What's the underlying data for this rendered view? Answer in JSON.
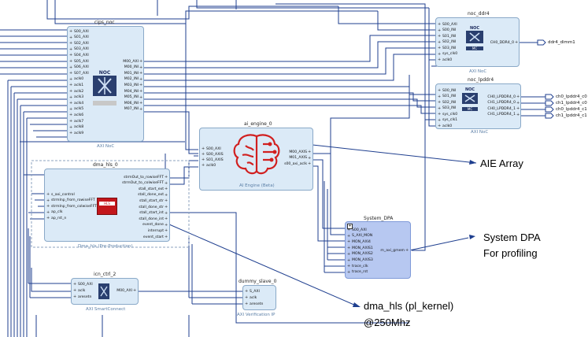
{
  "blocks": {
    "cips_noc": {
      "name": "cips_noc",
      "subtitle": "AXI NoC",
      "inputs": [
        "S00_AXI",
        "S01_AXI",
        "S02_AXI",
        "S03_AXI",
        "S04_AXI",
        "S05_AXI",
        "S06_AXI",
        "S07_AXI",
        "aclk0",
        "aclk1",
        "aclk2",
        "aclk3",
        "aclk4",
        "aclk5",
        "aclk6",
        "aclk7",
        "aclk8",
        "aclk9"
      ],
      "outputs": [
        "M00_AXI",
        "M00_INI",
        "M01_INI",
        "M02_INI",
        "M03_INI",
        "M04_INI",
        "M05_INI",
        "M06_INI",
        "M07_INI"
      ],
      "logo": "NOC"
    },
    "noc_ddr4": {
      "name": "noc_ddr4",
      "subtitle": "AXI NoC",
      "inputs": [
        "S00_AXI",
        "S00_INI",
        "S01_INI",
        "S02_INI",
        "S03_INI",
        "sys_clk0",
        "aclk0"
      ],
      "outputs": [
        "CH0_DDR4_0"
      ],
      "logo": "NOC",
      "logo_sub": "MC"
    },
    "noc_lpddr4": {
      "name": "noc_lpddr4",
      "subtitle": "AXI NoC",
      "inputs": [
        "S00_INI",
        "S01_INI",
        "S02_INI",
        "S03_INI",
        "sys_clk0",
        "sys_clk1",
        "aclk0"
      ],
      "outputs": [
        "CH0_LPDDR4_0",
        "CH1_LPDDR4_0",
        "CH0_LPDDR4_1",
        "CH1_LPDDR4_1"
      ],
      "logo": "NOC",
      "logo_sub": "MC"
    },
    "ai_engine": {
      "name": "ai_engine_0",
      "subtitle": "AI Engine (Beta)",
      "inputs": [
        "S00_AXI",
        "S00_AXIS",
        "S01_AXIS",
        "aclk0"
      ],
      "outputs": [
        "M00_AXIS",
        "M01_AXIS",
        "s00_axi_aclk"
      ]
    },
    "dma_hls": {
      "name": "dma_hls_0",
      "subtitle": "Dma_hls (Pre-Production)",
      "inputs": [
        "s_axi_control",
        "strmInp_from_rowiseFFT",
        "strmInp_from_colwiseFFT",
        "ap_clk",
        "ap_rst_n"
      ],
      "outputs": [
        "strmOut_to_rowiseFFT",
        "strmOut_to_colwiseFFT",
        "stall_start_ext",
        "stall_done_ext",
        "stall_start_str",
        "stall_done_str",
        "stall_start_int",
        "stall_done_int",
        "event_done",
        "interrupt",
        "event_start"
      ],
      "logo": "HLS"
    },
    "icn_ctrl": {
      "name": "icn_ctrl_2",
      "subtitle": "AXI SmartConnect",
      "inputs": [
        "S00_AXI",
        "aclk",
        "aresetn"
      ],
      "outputs": [
        "M00_AXI"
      ]
    },
    "dummy_slave": {
      "name": "dummy_slave_0",
      "subtitle": "AXI Verification IP",
      "inputs": [
        "S_AXI",
        "aclk",
        "aresetn"
      ],
      "outputs": []
    },
    "system_dpa": {
      "name": "System_DPA",
      "inputs": [
        "S00_AXI",
        "S_AXI_MON",
        "MON_AXI4",
        "MON_AXIS1",
        "MON_AXIS2",
        "MON_AXIS3",
        "trace_clk",
        "trace_rst"
      ],
      "outputs": [
        "m_axi_gmem"
      ]
    }
  },
  "externals": {
    "ddr4": "ddr4_dimm1",
    "lpddr": [
      "ch0_lpddr4_c0",
      "ch1_lpddr4_c0",
      "ch0_lpddr4_c1",
      "ch1_lpddr4_c1"
    ]
  },
  "annotations": {
    "aie": "AIE Array",
    "dpa_line1": "System DPA",
    "dpa_line2": "For profiling",
    "hls_line1": "dma_hls (pl_kernel)",
    "hls_line2": "@250Mhz"
  },
  "colors": {
    "wire": "#1f3f8f",
    "block_fill": "#dbeaf7",
    "dpa_fill": "#b7c8f1",
    "aie_logo": "#d11f1f"
  }
}
